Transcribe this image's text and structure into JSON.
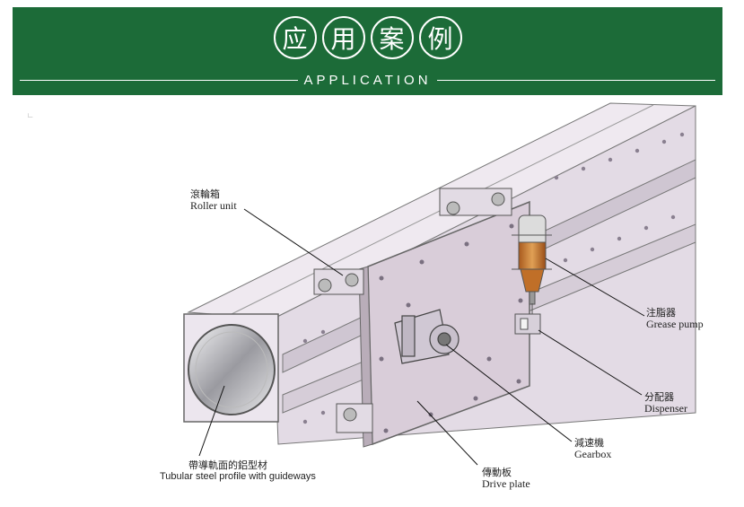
{
  "header": {
    "title_chars": [
      "应",
      "用",
      "案",
      "例"
    ],
    "subtitle": "APPLICATION"
  },
  "corner_mark": "∟",
  "labels": {
    "roller_unit": {
      "zh": "滾輪箱",
      "en": "Roller unit"
    },
    "grease_pump": {
      "zh": "注脂器",
      "en": "Grease pump"
    },
    "dispenser": {
      "zh": "分配器",
      "en": "Dispenser"
    },
    "gearbox": {
      "zh": "減速機",
      "en": "Gearbox"
    },
    "drive_plate": {
      "zh": "傳動板",
      "en": "Drive plate"
    },
    "tubular_profile": {
      "zh": "帶導軌面的鋁型材",
      "en": "Tubular steel profile with guideways"
    }
  },
  "colors": {
    "banner": "#1c6b38",
    "profile": "#ece6ee",
    "plate": "#d9cdd9",
    "pump_body": "#c8742a"
  }
}
